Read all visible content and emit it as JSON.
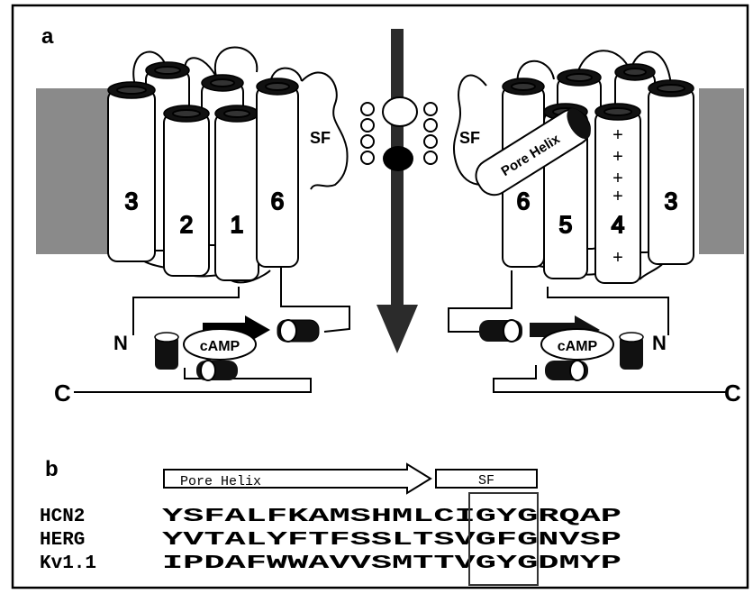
{
  "panel_a": {
    "label": "a",
    "left_subunit": {
      "helices": [
        "3",
        "2",
        "1",
        "6"
      ],
      "filter_label": "SF",
      "n_terminus": "N",
      "c_terminus": "C",
      "ligand": "cAMP"
    },
    "right_subunit": {
      "helices": [
        "6",
        "5",
        "4",
        "3"
      ],
      "filter_label": "SF",
      "pore_helix": "Pore Helix",
      "charges": [
        "+",
        "+",
        "+",
        "+",
        "+"
      ],
      "n_terminus": "N",
      "c_terminus": "C",
      "ligand": "cAMP"
    }
  },
  "panel_b": {
    "label": "b",
    "pore_helix_label": "Pore Helix",
    "sf_label": "SF",
    "sequences": [
      {
        "name": "HCN2",
        "seq": "YSFALFKAMSHMLCIGYGRQAP"
      },
      {
        "name": "HERG",
        "seq": "YVTALYFTFSSLTSVGFGNVSP"
      },
      {
        "name": "Kv1.1",
        "seq": "IPDAFWWAVVSMTTVGYGDMYP"
      }
    ]
  }
}
